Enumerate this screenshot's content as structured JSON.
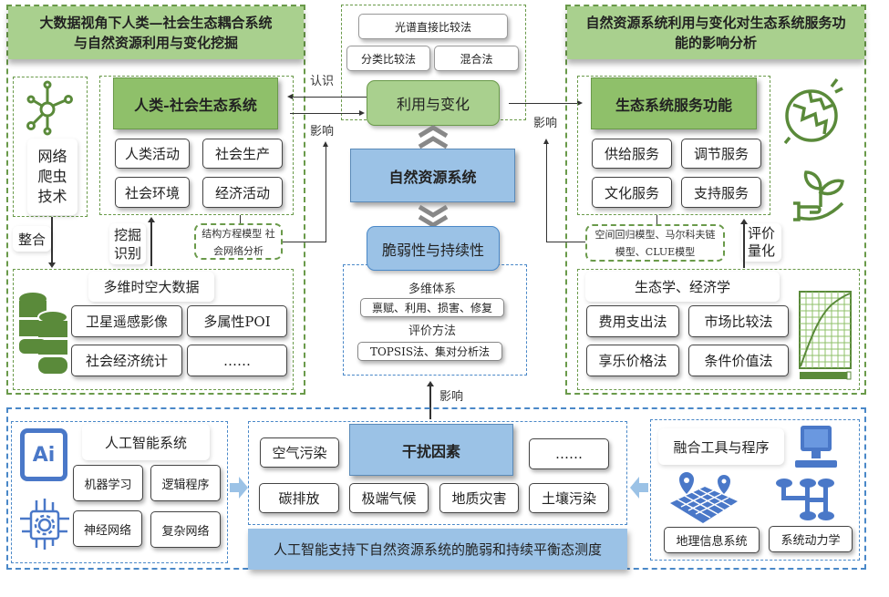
{
  "left": {
    "title": "大数据视角下人类—社会生态耦合系统与自然资源利用与变化挖掘",
    "header": "人类-社会生态系统",
    "items": [
      "人类活动",
      "社会生产",
      "社会环境",
      "经济活动"
    ],
    "crawler": "网络爬虫技术",
    "integrate": "整合",
    "mine": "挖掘识别",
    "model": "结构方程模型 社会网络分析",
    "data_label": "多维时空大数据",
    "data_items": [
      "卫星遥感影像",
      "多属性POI",
      "社会经济统计",
      "……"
    ]
  },
  "center": {
    "methods": [
      "光谱直接比较法",
      "分类比较法",
      "混合法"
    ],
    "use": "利用与变化",
    "system": "自然资源系统",
    "vuln": "脆弱性与持续性",
    "multi": "多维体系",
    "multi_items": "禀赋、利用、损害、修复",
    "eval": "评价方法",
    "eval_items": "TOPSIS法、集对分析法",
    "recognize": "认识",
    "impact": "影响",
    "impact2": "影响",
    "impact3": "影响"
  },
  "right": {
    "title": "自然资源系统利用与变化对生态系统服务功能的影响分析",
    "header": "生态系统服务功能",
    "items": [
      "供给服务",
      "调节服务",
      "文化服务",
      "支持服务"
    ],
    "model": "空间回归模型、马尔科夫链模型、CLUE模型",
    "eval": "评价量化",
    "sci": "生态学、经济学",
    "methods": [
      "费用支出法",
      "市场比较法",
      "享乐价格法",
      "条件价值法"
    ]
  },
  "bottom": {
    "ai_label": "人工智能系统",
    "ai_icon": "Ai",
    "ai_items": [
      "机器学习",
      "逻辑程序",
      "神经网络",
      "复杂网络"
    ],
    "dist_header": "干扰因素",
    "dist_items": [
      "空气污染",
      "……",
      "碳排放",
      "极端气候",
      "地质灾害",
      "土壤污染"
    ],
    "banner": "人工智能支持下自然资源系统的脆弱和持续平衡态测度",
    "tools_label": "融合工具与程序",
    "tools": [
      "地理信息系统",
      "系统动力学"
    ]
  }
}
